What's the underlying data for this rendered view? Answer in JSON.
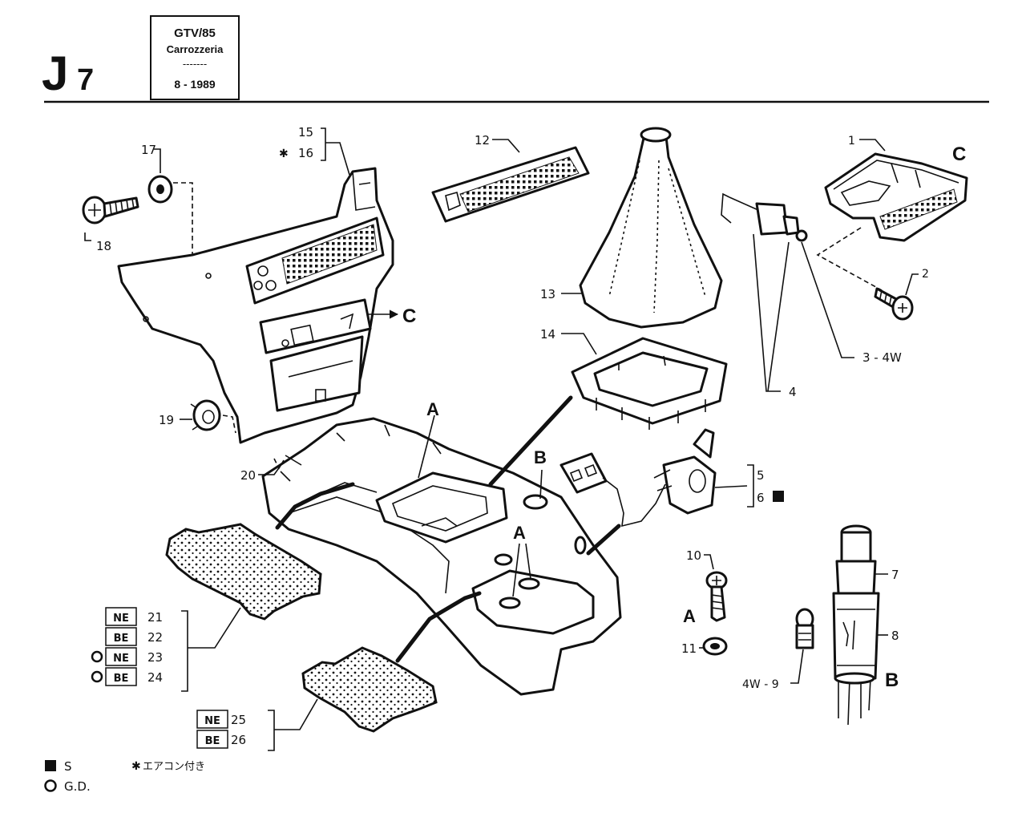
{
  "header": {
    "section": "J",
    "section_num": "7",
    "model": "GTV/85",
    "category": "Carrozzeria",
    "dashes": "-------",
    "date": "8 - 1989"
  },
  "callouts": {
    "p1": "1",
    "p2": "2",
    "p3": "3 - 4W",
    "p4": "4",
    "p5": "5",
    "p6": "6",
    "p7": "7",
    "p8": "8",
    "p9": "4W - 9",
    "p10": "10",
    "p11": "11",
    "p12": "12",
    "p13": "13",
    "p14": "14",
    "p15": "15",
    "p16": "16",
    "p17": "17",
    "p18": "18",
    "p19": "19",
    "p20": "20",
    "p21": "21",
    "p22": "22",
    "p23": "23",
    "p24": "24",
    "p25": "25",
    "p26": "26"
  },
  "refs": {
    "A": "A",
    "B": "B",
    "C": "C"
  },
  "color_boxes": {
    "ne": "NE",
    "be": "BE"
  },
  "legend": {
    "s_label": "S",
    "gd_label": "G.D.",
    "aircon_label": "エアコン付き"
  }
}
